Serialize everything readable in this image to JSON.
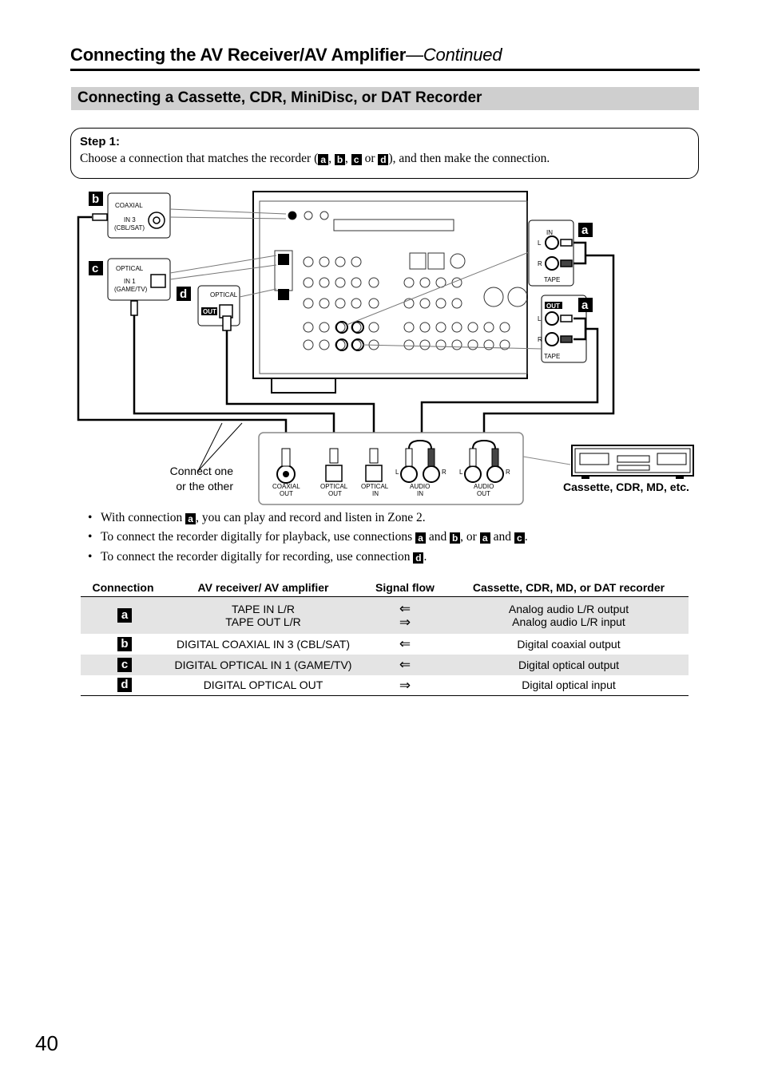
{
  "header": {
    "title": "Connecting the AV Receiver/AV Amplifier",
    "continued": "—Continued"
  },
  "section": {
    "title": "Connecting a Cassette, CDR, MiniDisc, or DAT Recorder"
  },
  "step": {
    "label": "Step 1:",
    "text_before": "Choose a connection that matches the recorder (",
    "sep1": ", ",
    "sep2": ", ",
    "sep3": " or ",
    "text_after": "), and then make the connection.",
    "keys": [
      "a",
      "b",
      "c",
      "d"
    ]
  },
  "diagram": {
    "keys": {
      "a": "a",
      "b": "b",
      "c": "c",
      "d": "d"
    },
    "receiver_labels": {
      "coaxial": "COAXIAL",
      "in3": "IN 3",
      "cbl_sat": "(CBL/SAT)",
      "optical": "OPTICAL",
      "in1": "IN 1",
      "game_tv": "(GAME/TV)",
      "optical_out": "OPTICAL",
      "out_tag": "OUT",
      "tape_in": "IN",
      "tape_out": "OUT",
      "tape": "TAPE",
      "l": "L",
      "r": "R"
    },
    "recorder_jacks": [
      "COAXIAL",
      "OUT",
      "OPTICAL",
      "OUT",
      "OPTICAL",
      "IN",
      "AUDIO",
      "IN",
      "AUDIO",
      "OUT"
    ],
    "recorder_lr": [
      "L",
      "R",
      "L",
      "R"
    ],
    "connect_note_1": "Connect one",
    "connect_note_2": "or the other",
    "recorder_caption": "Cassette, CDR, MD, etc."
  },
  "bullets": [
    {
      "pre": "With connection ",
      "k1": "a",
      "post": ", you can play and record and listen in Zone 2."
    },
    {
      "pre": "To connect the recorder digitally for playback, use connections ",
      "k1": "a",
      "mid1": " and ",
      "k2": "b",
      "mid2": ", or ",
      "k3": "a",
      "mid3": " and ",
      "k4": "c",
      "post": "."
    },
    {
      "pre": "To connect the recorder digitally for recording, use connection ",
      "k1": "d",
      "post": "."
    }
  ],
  "table": {
    "headers": [
      "Connection",
      "AV receiver/ AV amplifier",
      "Signal flow",
      "Cassette, CDR, MD, or DAT recorder"
    ],
    "rows": [
      {
        "key": "a",
        "receiver1": "TAPE IN L/R",
        "receiver2": "TAPE OUT L/R",
        "flow1": "⇐",
        "flow2": "⇒",
        "recorder1": "Analog audio L/R output",
        "recorder2": "Analog audio L/R input"
      },
      {
        "key": "b",
        "receiver": "DIGITAL COAXIAL IN 3 (CBL/SAT)",
        "flow": "⇐",
        "recorder": "Digital coaxial output"
      },
      {
        "key": "c",
        "receiver": "DIGITAL OPTICAL IN 1 (GAME/TV)",
        "flow": "⇐",
        "recorder": "Digital optical output"
      },
      {
        "key": "d",
        "receiver": "DIGITAL OPTICAL OUT",
        "flow": "⇒",
        "recorder": "Digital optical input"
      }
    ]
  },
  "page_number": "40"
}
